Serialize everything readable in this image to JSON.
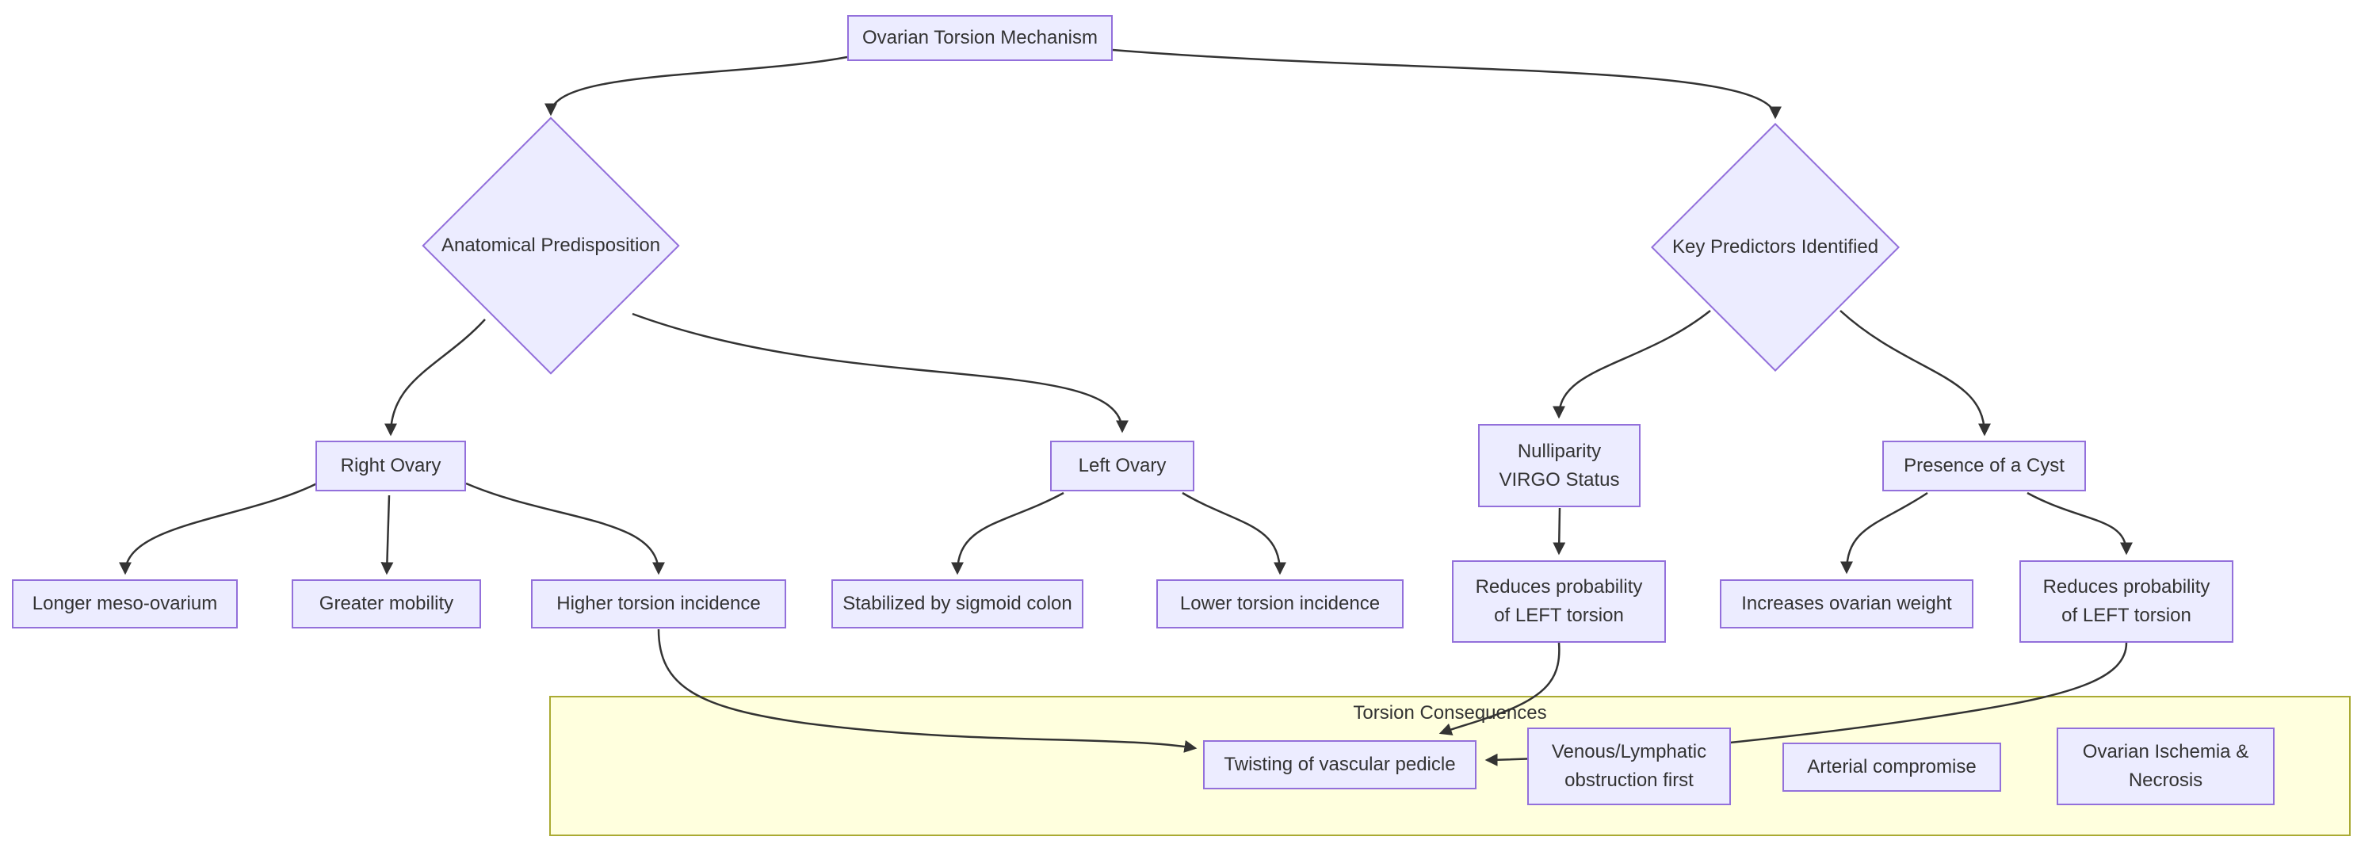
{
  "diagram_type": "flowchart",
  "nodes": {
    "root": "Ovarian Torsion Mechanism",
    "anatomical": "Anatomical Predisposition",
    "predictors": "Key Predictors Identified",
    "right_ovary": "Right Ovary",
    "left_ovary": "Left Ovary",
    "longer_meso": "Longer meso-ovarium",
    "greater_mobility": "Greater mobility",
    "higher_incidence": "Higher torsion incidence",
    "stabilized": "Stabilized by sigmoid colon",
    "lower_incidence": "Lower torsion incidence",
    "nulliparity": "Nulliparity\nVIRGO Status",
    "reduces_left": "Reduces probability\nof LEFT torsion",
    "presence_cyst": "Presence of a Cyst",
    "increases_weight": "Increases ovarian weight",
    "reduces_right": "Reduces probability\nof LEFT torsion",
    "twisting": "Twisting of vascular pedicle",
    "venous": "Venous/Lymphatic\nobstruction first",
    "arterial": "Arterial compromise",
    "ischemia": "Ovarian Ischemia &\nNecrosis"
  },
  "cluster": {
    "label": "Torsion Consequences"
  },
  "edges": [
    {
      "from": "root",
      "to": "anatomical"
    },
    {
      "from": "root",
      "to": "predictors"
    },
    {
      "from": "anatomical",
      "to": "right_ovary"
    },
    {
      "from": "anatomical",
      "to": "left_ovary"
    },
    {
      "from": "right_ovary",
      "to": "longer_meso"
    },
    {
      "from": "right_ovary",
      "to": "greater_mobility"
    },
    {
      "from": "right_ovary",
      "to": "higher_incidence"
    },
    {
      "from": "left_ovary",
      "to": "stabilized"
    },
    {
      "from": "left_ovary",
      "to": "lower_incidence"
    },
    {
      "from": "predictors",
      "to": "nulliparity"
    },
    {
      "from": "predictors",
      "to": "presence_cyst"
    },
    {
      "from": "nulliparity",
      "to": "reduces_left"
    },
    {
      "from": "presence_cyst",
      "to": "increases_weight"
    },
    {
      "from": "presence_cyst",
      "to": "reduces_right"
    },
    {
      "from": "higher_incidence",
      "to": "twisting"
    },
    {
      "from": "reduces_left",
      "to": "twisting"
    },
    {
      "from": "reduces_right",
      "to": "twisting"
    }
  ],
  "colors": {
    "node_fill": "#ECECFF",
    "node_border": "#9370DB",
    "cluster_fill": "#FFFFDE",
    "cluster_border": "#AAAA33",
    "edge": "#333333",
    "text": "#333333",
    "background": "#FFFFFF"
  }
}
